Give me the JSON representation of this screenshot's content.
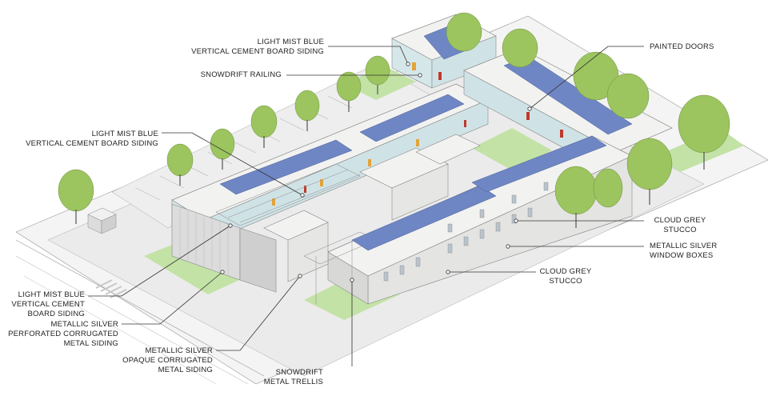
{
  "labels": {
    "mist_top": [
      "LIGHT MIST BLUE",
      "VERTICAL CEMENT BOARD SIDING"
    ],
    "snowdrift_railing": "SNOWDRIFT RAILING",
    "mist_mid": [
      "LIGHT MIST BLUE",
      "VERTICAL CEMENT BOARD SIDING"
    ],
    "painted_doors": "PAINTED DOORS",
    "cloud_grey_1": [
      "CLOUD GREY",
      "STUCCO"
    ],
    "metallic_window_boxes": [
      "METALLIC SILVER",
      "WINDOW BOXES"
    ],
    "cloud_grey_2": [
      "CLOUD GREY",
      "STUCCO"
    ],
    "mist_low": [
      "LIGHT MIST BLUE",
      "VERTICAL CEMENT",
      "BOARD SIDING"
    ],
    "perforated": [
      "METALLIC SILVER",
      "PERFORATED CORRUGATED",
      "METAL SIDING"
    ],
    "opaque": [
      "METALLIC SILVER",
      "OPAQUE CORRUGATED",
      "METAL SIDING"
    ],
    "trellis": [
      "SNOWDRIFT",
      "METAL TRELLIS"
    ]
  },
  "colors": {
    "roof": "#f3f3f1",
    "wall_grey": "#e4e4e2",
    "wall_blue": "#cfe3e6",
    "solar": "#6f86c4",
    "lawn": "#bfe0a0",
    "tree": "#9cc45f",
    "tree_dark": "#7fa84a",
    "street": "#ededed",
    "door": "#c0392b",
    "accent": "#e3a33a"
  }
}
